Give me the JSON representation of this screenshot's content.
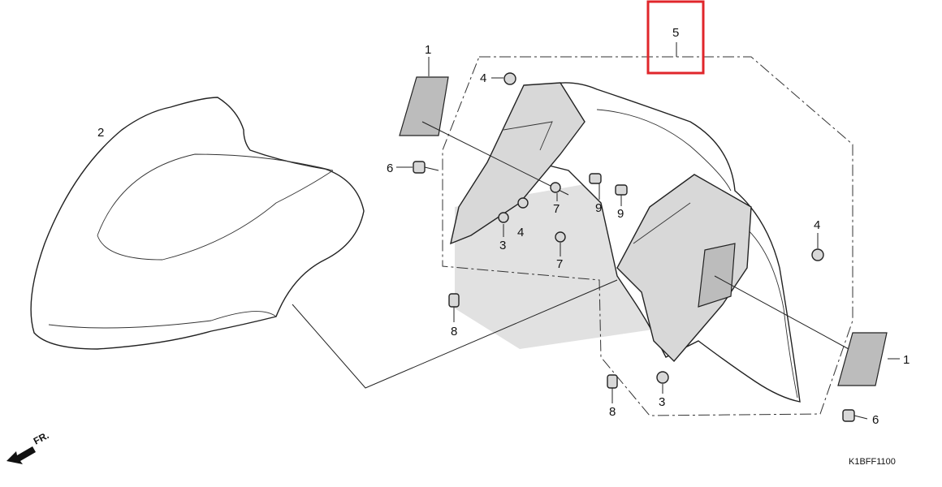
{
  "diagram": {
    "code": "K1BFF1100",
    "front_label": "FR.",
    "highlight_color": "#e0262b",
    "callouts": [
      "1",
      "2",
      "3",
      "4",
      "5",
      "6",
      "7",
      "8",
      "9"
    ]
  }
}
